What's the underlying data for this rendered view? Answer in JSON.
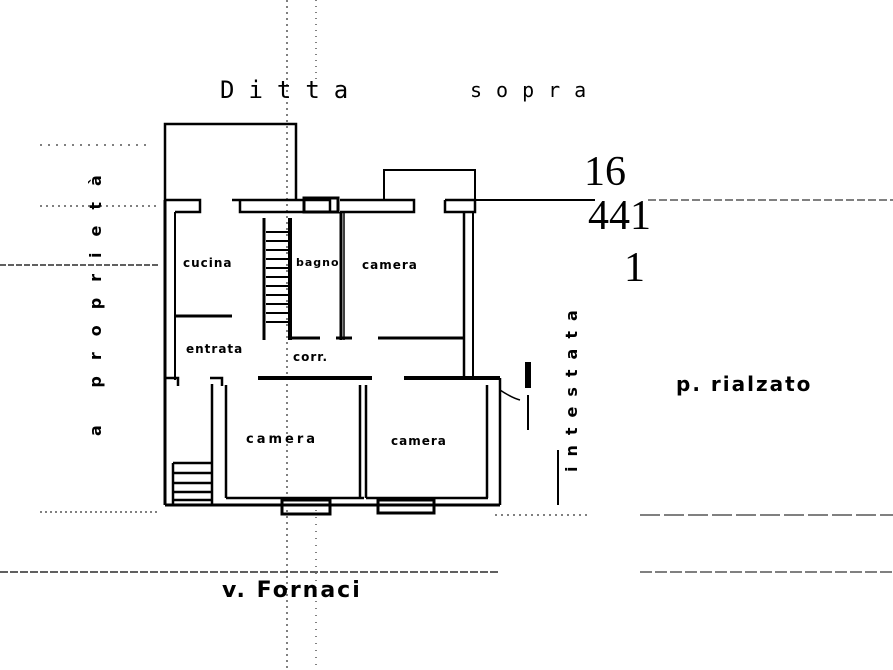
{
  "drawing": {
    "type": "cadastral floor plan",
    "background": "#ffffff",
    "ink": "#000000"
  },
  "labels": {
    "top_neighbor": "Ditta sopra",
    "top_neighbor_part1": "Ditta",
    "top_neighbor_part2": "sopra",
    "left_vertical": "a proprietà",
    "right_vertical": "intestata",
    "floor_level": "p. rialzato",
    "street": "v. Fornaci"
  },
  "cadastral_ref": {
    "foglio": "16",
    "particella": "441",
    "subalterno": "1"
  },
  "rooms": [
    {
      "name": "cucina"
    },
    {
      "name": "bagno"
    },
    {
      "name": "camera"
    },
    {
      "name": "entrata"
    },
    {
      "name": "corr."
    },
    {
      "name": "camera"
    },
    {
      "name": "camera"
    }
  ]
}
